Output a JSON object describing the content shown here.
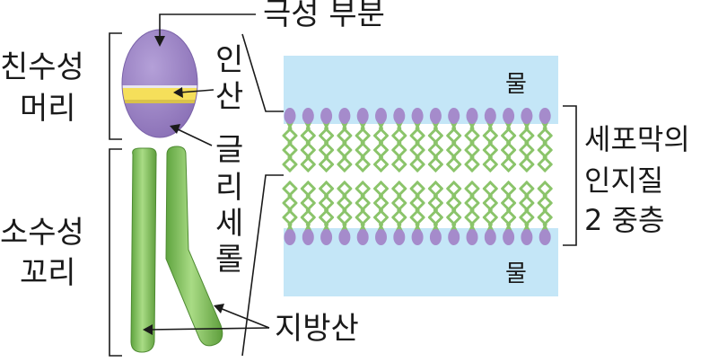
{
  "labels": {
    "polar_part": "극성 부분",
    "hydrophilic_line1": "친수성",
    "hydrophilic_line2": "머리",
    "phosphate_line1": "인",
    "phosphate_line2": "산",
    "glycerol_line1": "글",
    "glycerol_line2": "리",
    "glycerol_line3": "세",
    "glycerol_line4": "롤",
    "hydrophobic_line1": "소수성",
    "hydrophobic_line2": "꼬리",
    "fatty_acid": "지방산",
    "water_top": "물",
    "water_bottom": "물",
    "bilayer_line1": "세포막의",
    "bilayer_line2": "인지질",
    "bilayer_line3": "2 중층"
  },
  "colors": {
    "head_purple": "#9b82c3",
    "phosphate_band": "#f5df5a",
    "tail_green": "#8fc86a",
    "water_blue": "#c4e6f7",
    "bilayer_head": "#a58bcb",
    "bilayer_tail": "#8bc46a"
  },
  "bilayer": {
    "molecule_count": 15
  }
}
